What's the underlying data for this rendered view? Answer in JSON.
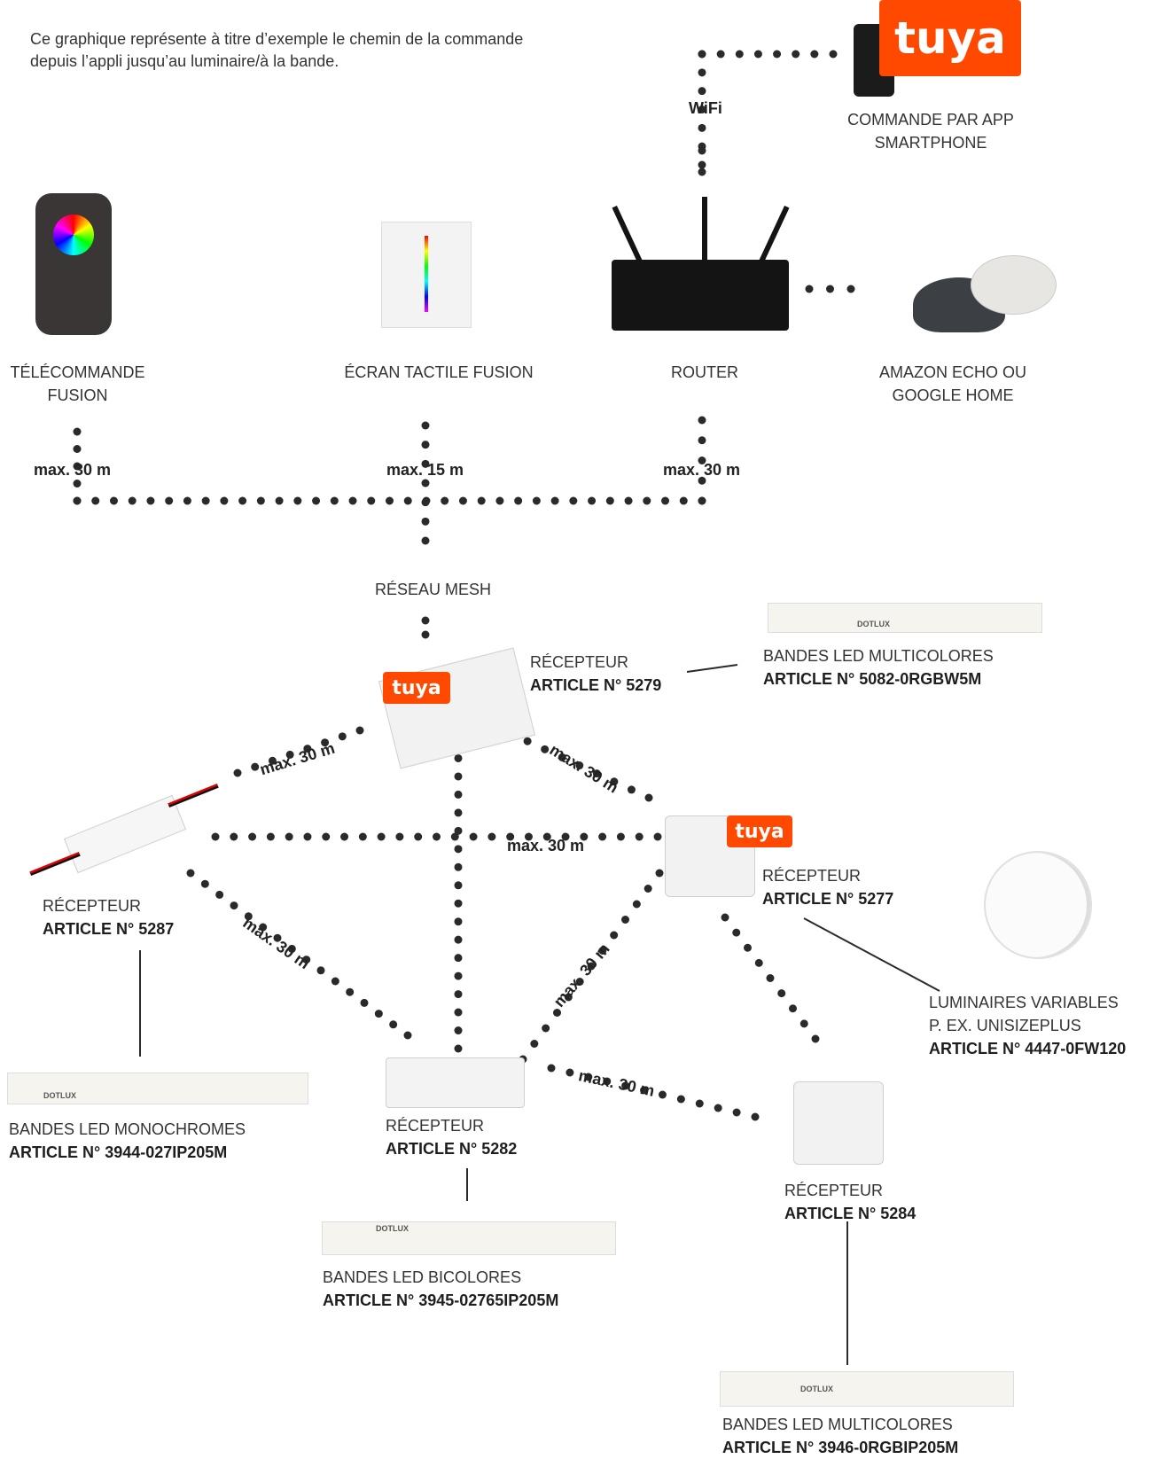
{
  "intro": {
    "line1": "Ce graphique représente à titre d’exemple le chemin de la commande",
    "line2": "depuis l’appli jusqu’au luminaire/à la bande."
  },
  "brand": {
    "tuya": "tuya",
    "dotlux": "DOTLUX",
    "tuya_color": "#ff4800"
  },
  "labels": {
    "wifi": "WiFi",
    "app_1": "COMMANDE PAR APP",
    "app_2": "SMARTPHONE",
    "remote_1": "TÉLÉCOMMANDE",
    "remote_2": "FUSION",
    "touch": "ÉCRAN TACTILE FUSION",
    "router": "ROUTER",
    "echo_1": "AMAZON ECHO OU",
    "echo_2": "GOOGLE HOME",
    "mesh": "RÉSEAU MESH",
    "recepteur": "RÉCEPTEUR",
    "art_5279": "ARTICLE N° 5279",
    "art_5277": "ARTICLE N° 5277",
    "art_5287": "ARTICLE N° 5287",
    "art_5282": "ARTICLE N° 5282",
    "art_5284": "ARTICLE N° 5284",
    "multi_1": "BANDES LED MULTICOLORES",
    "art_5082": "ARTICLE N° 5082-0RGBW5M",
    "lum_1": "LUMINAIRES VARIABLES",
    "lum_2": "P. EX. UNISIZEPLUS",
    "art_4447": "ARTICLE N° 4447-0FW120",
    "mono_1": "BANDES LED MONOCHROMES",
    "art_3944": "ARTICLE N° 3944-027IP205M",
    "bi_1": "BANDES LED BICOLORES",
    "art_3945": "ARTICLE N° 3945-02765IP205M",
    "multi2_1": "BANDES LED MULTICOLORES",
    "art_3946": "ARTICLE N° 3946-0RGBIP205M"
  },
  "distances": {
    "d_remote": "max. 30 m",
    "d_touch": "max. 15 m",
    "d_router": "max. 30 m",
    "d_5279_5287": "max. 30 m",
    "d_5279_5277": "max. 30 m",
    "d_5287_5277": "max. 30 m",
    "d_5287_5282": "max. 30 m",
    "d_5282_5277": "max. 30 m",
    "d_5282_5284": "max. 30 m"
  }
}
